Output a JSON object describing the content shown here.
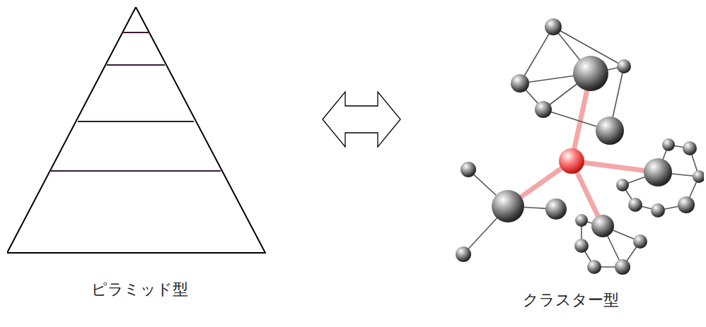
{
  "diagram": {
    "nodes": [
      {
        "text": [
          "ピラミッド型"
        ]
      },
      {
        "text": [
          "クラスター型"
        ]
      }
    ],
    "edges": [
      {
        "from": 0,
        "to": 1,
        "arrow": "both"
      }
    ]
  }
}
